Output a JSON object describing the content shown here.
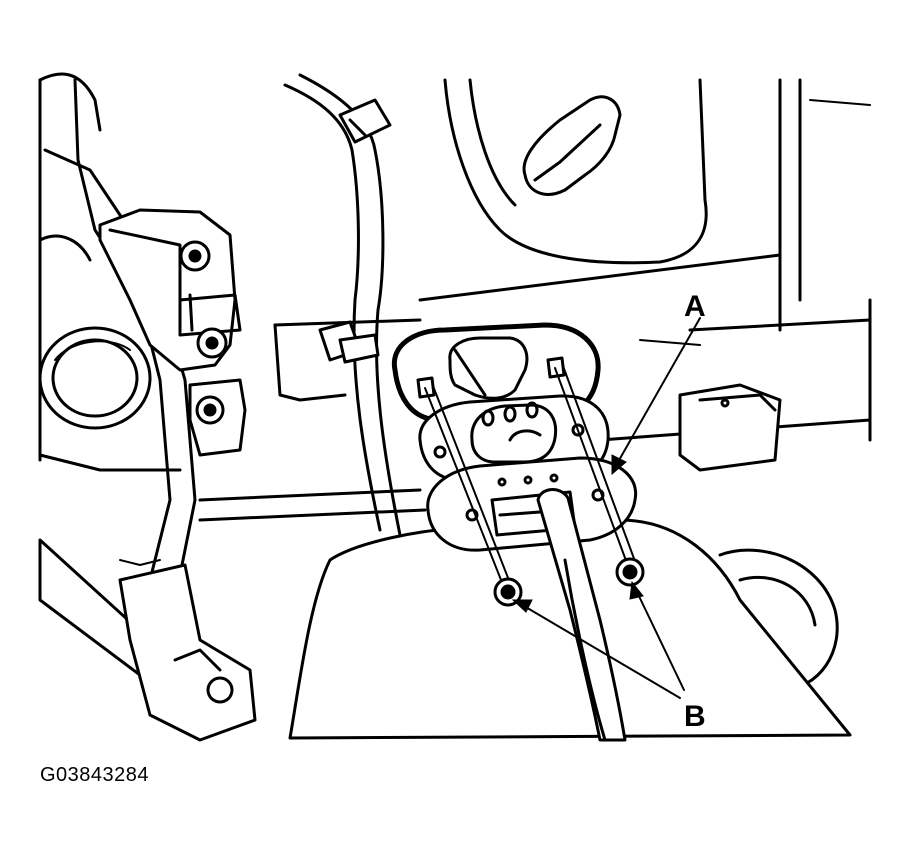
{
  "figure": {
    "id_label": "G03843284"
  },
  "callouts": {
    "a": "A",
    "b": "B"
  },
  "colors": {
    "line": "#000000",
    "background": "#ffffff"
  }
}
